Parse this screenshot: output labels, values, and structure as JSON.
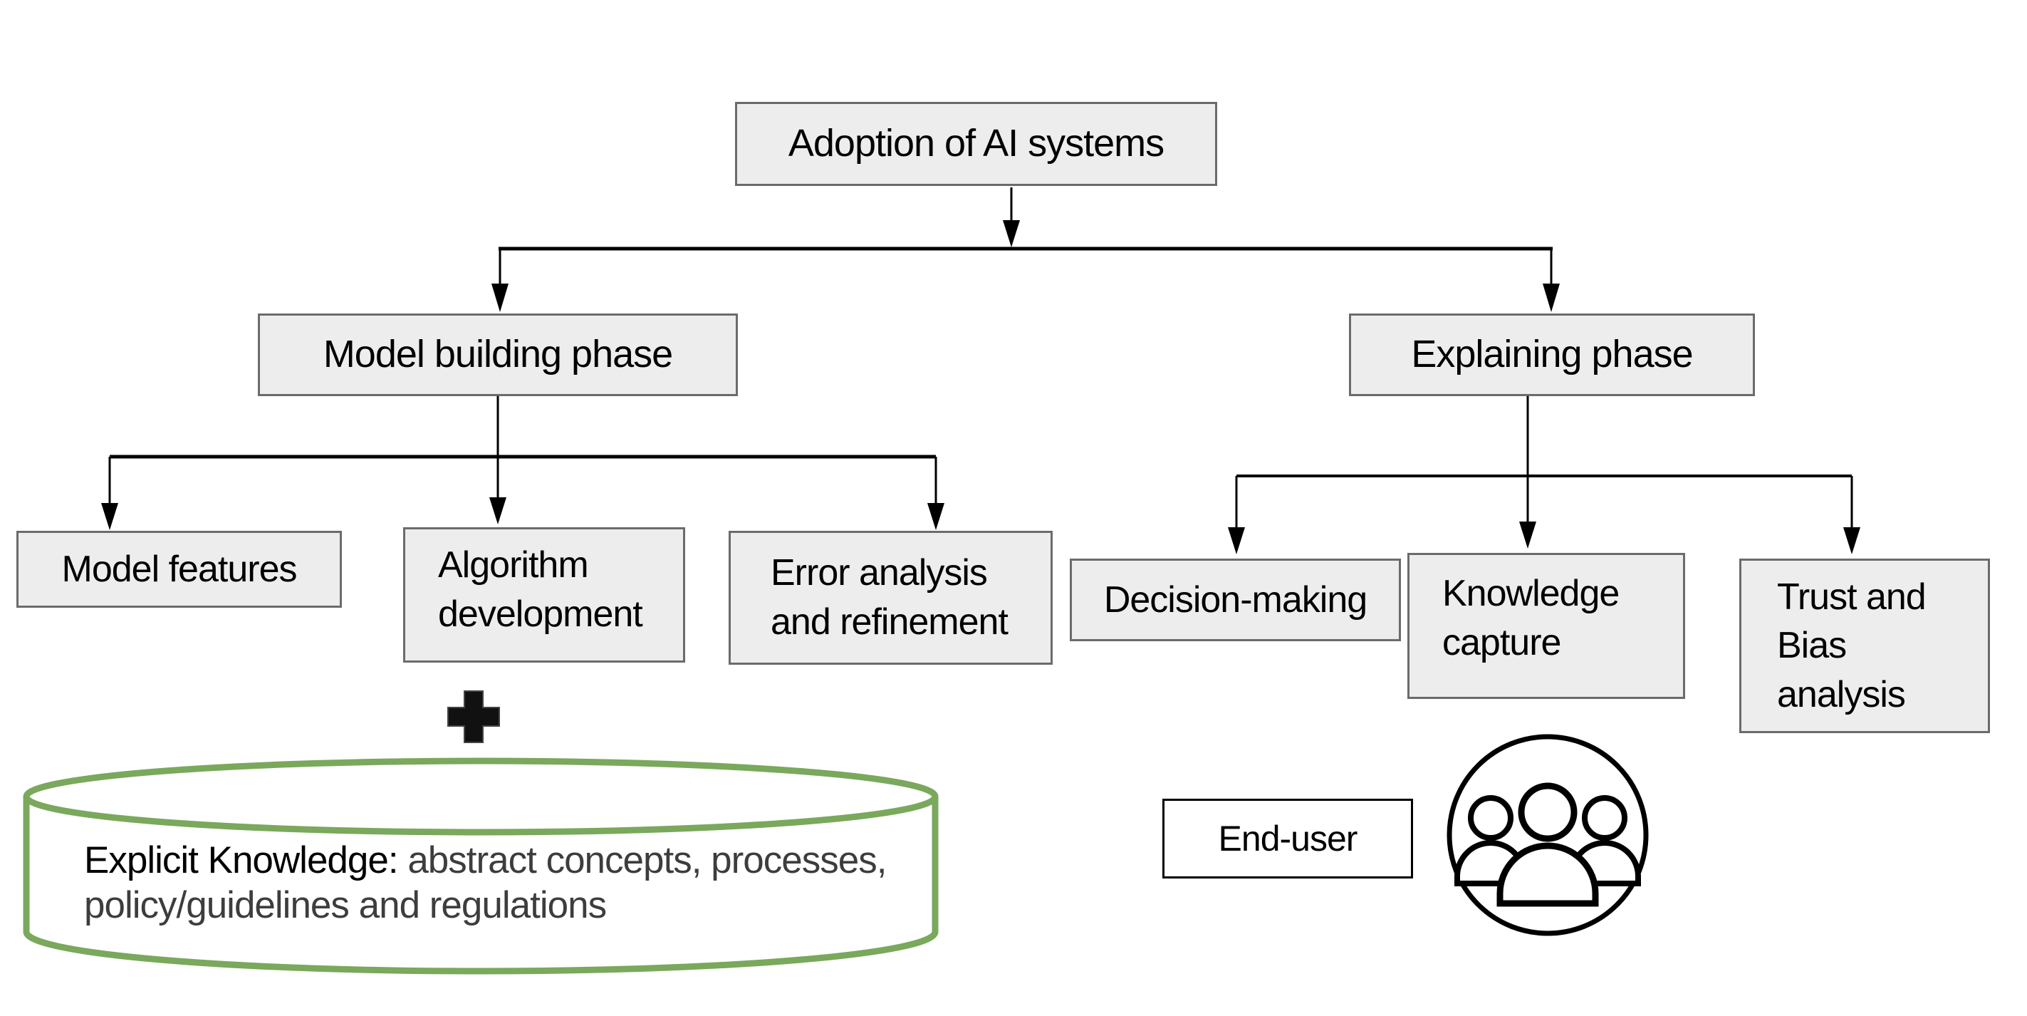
{
  "colors": {
    "box_fill": "#ededed",
    "box_border": "#6b6b6b",
    "line_color": "#000000",
    "cylinder_green": "#7aa85c",
    "text_dark": "#3d3d3d"
  },
  "diagram": {
    "root": {
      "label": "Adoption of AI systems"
    },
    "phases": {
      "model_building": {
        "label": "Model building phase"
      },
      "explaining": {
        "label": "Explaining phase"
      }
    },
    "model_building_children": {
      "model_features": {
        "label": "Model features"
      },
      "algorithm_development": {
        "line1": "Algorithm",
        "line2": "development"
      },
      "error_analysis": {
        "line1": "Error analysis",
        "line2": "and refinement"
      }
    },
    "explaining_children": {
      "decision_making": {
        "label": "Decision-making"
      },
      "knowledge_capture": {
        "line1": "Knowledge",
        "line2": "capture"
      },
      "trust_bias": {
        "line1": "Trust and",
        "line2": "Bias",
        "line3": "analysis"
      }
    },
    "knowledge_store": {
      "lead": "Explicit Knowledge:",
      "line1_rest": " abstract concepts,",
      "line2": "processes, policy/guidelines and regulations"
    },
    "end_user": {
      "label": "End-user"
    },
    "icons": {
      "plus": "plus-icon",
      "users": "users-group-icon"
    }
  }
}
